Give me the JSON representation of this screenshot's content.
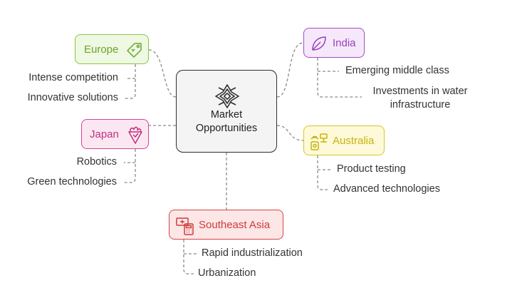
{
  "center": {
    "title_line1": "Market",
    "title_line2": "Opportunities",
    "icon": "ornament-icon"
  },
  "regions": {
    "europe": {
      "label": "Europe",
      "icon": "price-tag-icon",
      "color": "#8cc63f",
      "items": [
        "Intense competition",
        "Innovative solutions"
      ]
    },
    "japan": {
      "label": "Japan",
      "icon": "flower-bouquet-icon",
      "color": "#d6429a",
      "items": [
        "Robotics",
        "Green technologies"
      ]
    },
    "india": {
      "label": "India",
      "icon": "leaf-icon",
      "color": "#a54dc8",
      "items": [
        "Emerging middle class",
        "Investments in water",
        "infrastructure"
      ]
    },
    "australia": {
      "label": "Australia",
      "icon": "lab-device-icon",
      "color": "#d6c82a",
      "items": [
        "Product testing",
        "Advanced technologies"
      ]
    },
    "southeast_asia": {
      "label": "Southeast Asia",
      "icon": "cash-calculator-icon",
      "color": "#d64545",
      "items": [
        "Rapid industrialization",
        "Urbanization"
      ]
    }
  }
}
